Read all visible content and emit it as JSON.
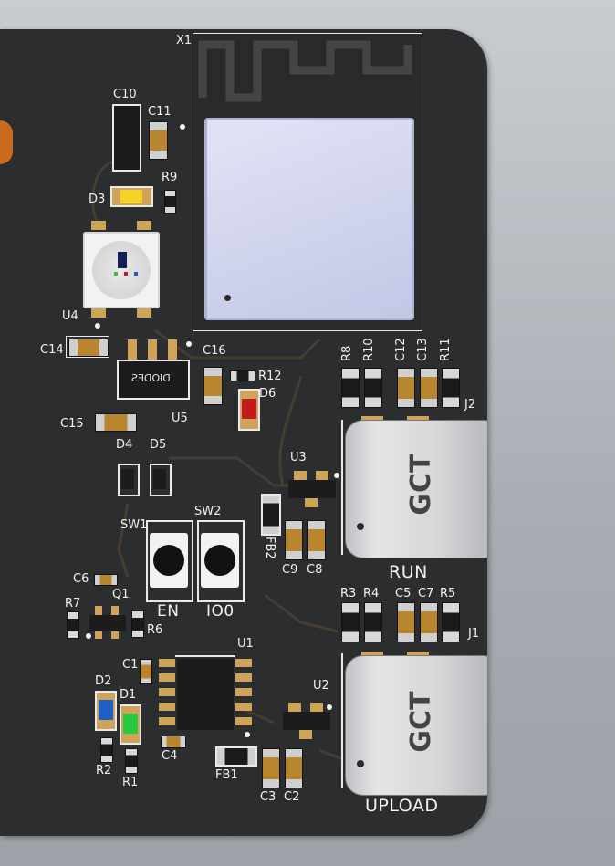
{
  "board": {
    "antenna_module_ref": "X1",
    "designators": {
      "c10": "C10",
      "c11": "C11",
      "r9": "R9",
      "d3": "D3",
      "u4": "U4",
      "c14": "C14",
      "c16": "C16",
      "r12": "R12",
      "d6": "D6",
      "c15": "C15",
      "u5": "U5",
      "u5_marking": "DIODES",
      "d4": "D4",
      "d5": "D5",
      "u3": "U3",
      "fb2": "FB2",
      "c9": "C9",
      "c8": "C8",
      "sw1": "SW1",
      "sw2": "SW2",
      "r8": "R8",
      "r10": "R10",
      "c12": "C12",
      "c13": "C13",
      "r11": "R11",
      "j2": "J2",
      "c6": "C6",
      "r7": "R7",
      "q1": "Q1",
      "r6": "R6",
      "r3": "R3",
      "r4": "R4",
      "c5": "C5",
      "c7": "C7",
      "r5": "R5",
      "j1": "J1",
      "c1": "C1",
      "u1": "U1",
      "d2": "D2",
      "d1": "D1",
      "u2": "U2",
      "r2": "R2",
      "r1": "R1",
      "c4": "C4",
      "fb1": "FB1",
      "c3": "C3",
      "c2": "C2"
    },
    "buttons": {
      "en_label": "EN",
      "io0_label": "IO0"
    },
    "connectors": {
      "run_label": "RUN",
      "upload_label": "UPLOAD",
      "usb_brand": "GCT"
    },
    "colors": {
      "pcb": "#2c2d2e",
      "copper": "#b8862e",
      "silkscreen": "#f2f2f2",
      "module_shield": "#d3d6ee",
      "led_yellow": "#f5d328",
      "led_green": "#28c93e",
      "led_blue": "#1e5fc6",
      "led_red": "#c21b1b"
    }
  }
}
